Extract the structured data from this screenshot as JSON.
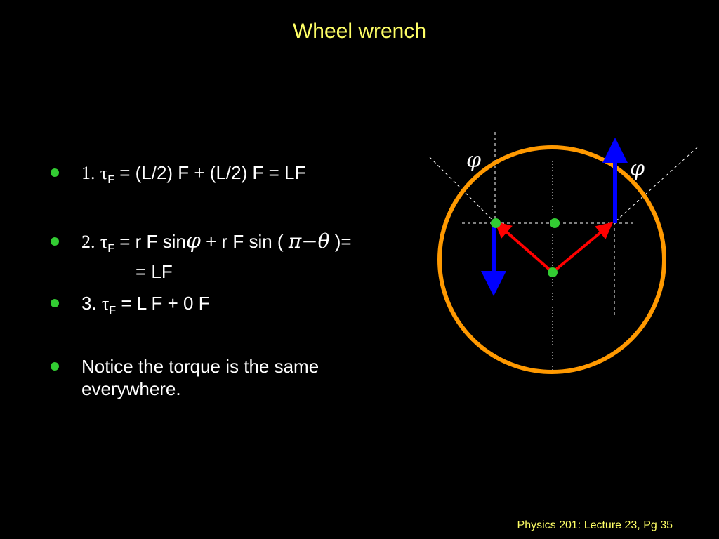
{
  "slide": {
    "title": "Wheel wrench",
    "footer": "Physics 201: Lecture 23, Pg 35"
  },
  "bullets": [
    {
      "number": "1.",
      "symbol": "τ",
      "subscript": "F",
      "text": " = (L/2) F + (L/2) F = LF"
    },
    {
      "number": "2.",
      "symbol": "τ",
      "subscript": "F",
      "text_a": " = r F sin",
      "phi": "φ",
      "text_b": " + r F sin ( ",
      "pi_theta": "π−θ",
      "text_c": " )=",
      "continuation": "= LF"
    },
    {
      "number": "3.",
      "symbol": "τ",
      "subscript": "F",
      "text": " = L F + 0 F"
    },
    {
      "text": "Notice the torque is the same everywhere."
    }
  ],
  "diagram": {
    "angle_label_left": "φ",
    "angle_label_right": "φ",
    "colors": {
      "wheel": "#ff9900",
      "force_arrow": "#0000ff",
      "radius_arrow": "#ff0000",
      "point": "#33cc33",
      "guide": "#ffffff",
      "bullet": "#33cc33",
      "title": "#ffff66"
    }
  }
}
